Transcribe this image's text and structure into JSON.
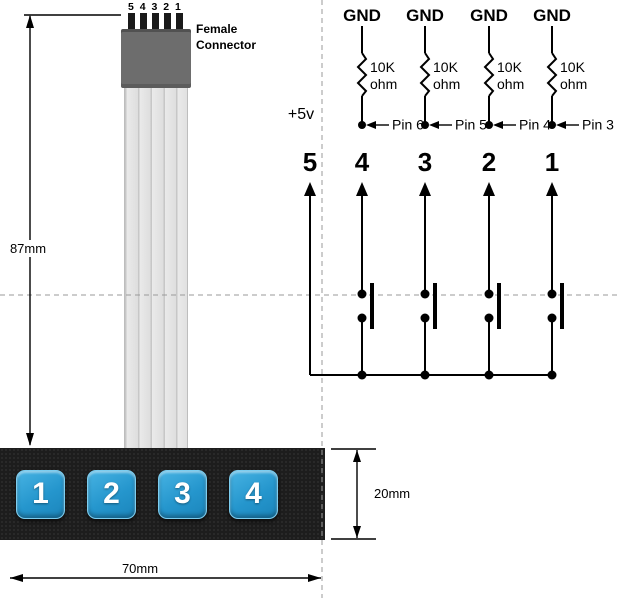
{
  "colors": {
    "button_blue": "#2596cd",
    "keypad_black": "#1d1d1d"
  },
  "connector": {
    "pin_numbers": "5 4 3 2 1",
    "label": "Female Connector"
  },
  "dimensions": {
    "cable_length": "87mm",
    "keypad_height": "20mm",
    "keypad_width": "70mm"
  },
  "keypad": {
    "buttons": [
      "1",
      "2",
      "3",
      "4"
    ]
  },
  "schematic": {
    "power": {
      "label": "+5v",
      "line_number": "5"
    },
    "columns": [
      {
        "top_label": "GND",
        "resistor_value": "10K",
        "resistor_unit": "ohm",
        "pin_label": "Pin 6",
        "line_number": "4"
      },
      {
        "top_label": "GND",
        "resistor_value": "10K",
        "resistor_unit": "ohm",
        "pin_label": "Pin 5",
        "line_number": "3"
      },
      {
        "top_label": "GND",
        "resistor_value": "10K",
        "resistor_unit": "ohm",
        "pin_label": "Pin 4",
        "line_number": "2"
      },
      {
        "top_label": "GND",
        "resistor_value": "10K",
        "resistor_unit": "ohm",
        "pin_label": "Pin 3",
        "line_number": "1"
      }
    ]
  }
}
